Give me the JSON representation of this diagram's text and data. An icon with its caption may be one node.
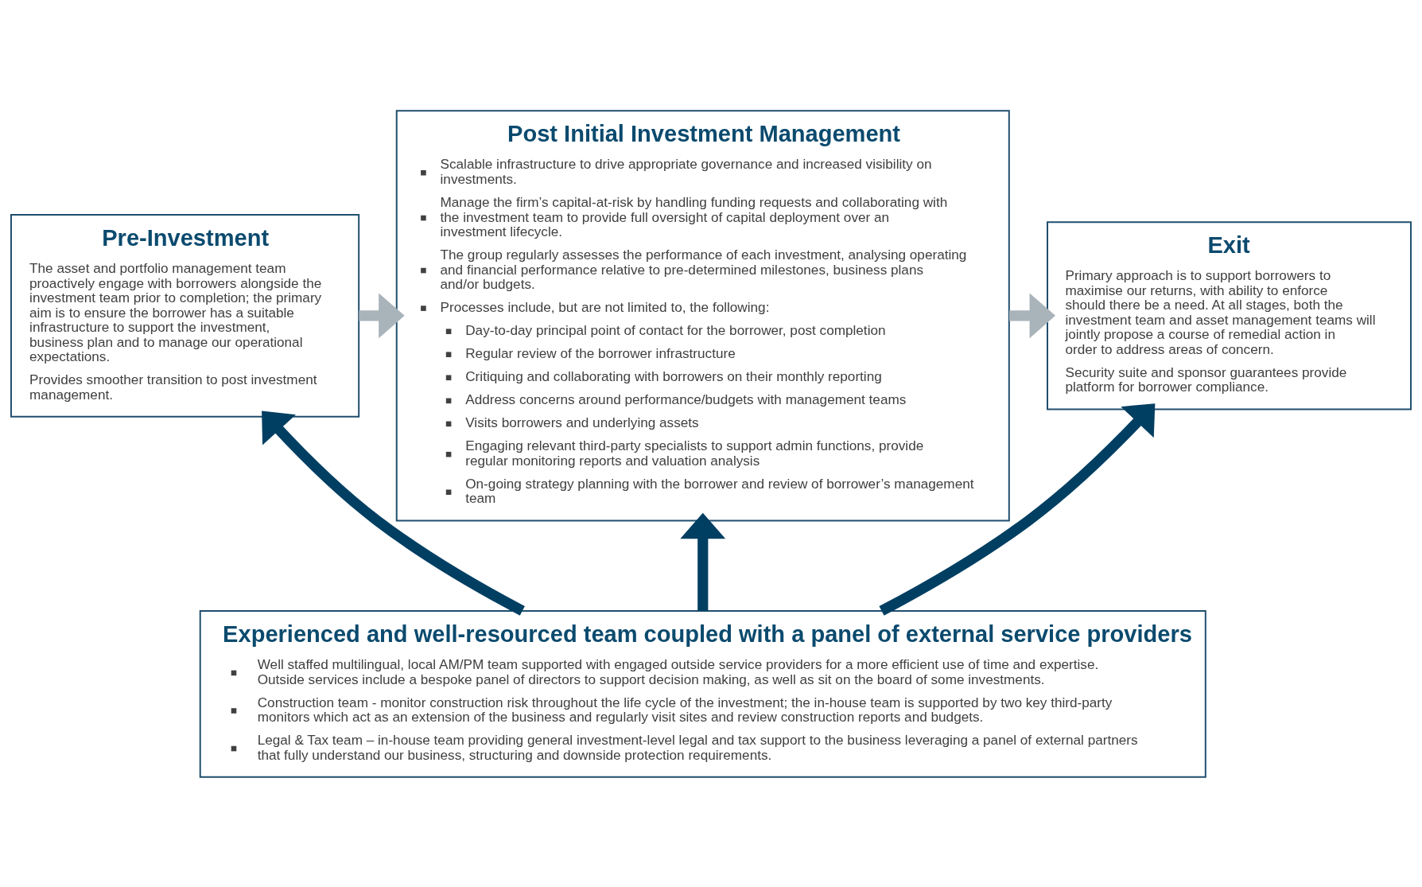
{
  "diagram": {
    "nodes": [
      {
        "text": [
          "Pre-Investment",
          "The asset and portfolio management team proactively engage with borrowers alongside the investment team prior to completion; the primary aim is to ensure the borrower has a suitable infrastructure to support the investment, business plan and to manage our operational expectations.",
          "Provides smoother transition to post investment management."
        ]
      },
      {
        "text": [
          "Post Initial Investment Management",
          "Scalable infrastructure to drive appropriate governance and increased visibility on investments.",
          "Manage the firm’s capital-at-risk by handling funding requests and collaborating with the investment team to provide full oversight of capital deployment over an investment lifecycle.",
          "The group regularly assesses the performance of each investment, analysing operating and financial performance relative to pre-determined milestones, business plans and/or budgets.",
          "Processes include, but are not limited to, the following:",
          "Day-to-day principal point of contact for the borrower, post completion",
          "Regular review of the borrower infrastructure",
          "Critiquing and collaborating with borrowers on their monthly reporting",
          "Address concerns around performance/budgets with management teams",
          "Visits borrowers and underlying assets",
          "Engaging relevant third-party specialists to support admin functions, provide regular monitoring reports and valuation analysis",
          "On-going strategy planning with the borrower and review of borrower’s management team"
        ]
      },
      {
        "text": [
          "Exit",
          "Primary approach is to support borrowers to maximise our returns, with ability to enforce should there be a need. At all stages, both the investment team and asset management teams will jointly propose a course of remedial action in order to address areas of concern.",
          "Security suite and sponsor guarantees provide platform for borrower compliance."
        ]
      },
      {
        "text": [
          "Experienced and well-resourced team coupled with a panel of external service providers",
          "Well staffed multilingual, local AM/PM team supported with engaged outside service providers for a more efficient use of time and expertise. Outside services include a bespoke panel of directors to support decision making, as well as sit on the board of some investments.",
          "Construction team - monitor construction risk throughout the life cycle of the investment; the in-house team is supported by two key third-party monitors which act as an extension of the business and regularly visit sites and review construction reports and budgets.",
          "Legal & Tax team – in-house team providing general investment-level legal and tax support to the business leveraging a panel of external partners that fully understand our business, structuring and downside protection requirements."
        ]
      }
    ],
    "edges": [
      {
        "from": 0,
        "to": 1,
        "arrow": "to",
        "color": "#a9b3ba"
      },
      {
        "from": 1,
        "to": 2,
        "arrow": "to",
        "color": "#a9b3ba"
      },
      {
        "from": 3,
        "to": 0,
        "arrow": "to"
      },
      {
        "from": 3,
        "to": 1,
        "arrow": "to"
      },
      {
        "from": 3,
        "to": 2,
        "arrow": "to"
      }
    ]
  }
}
